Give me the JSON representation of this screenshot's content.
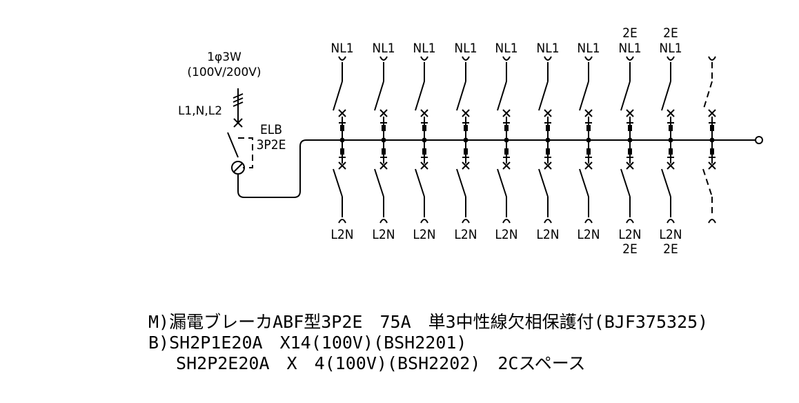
{
  "supply": {
    "phase": "1φ3W",
    "voltage": "(100V/200V)",
    "conductors": "L1,N,L2"
  },
  "main_breaker": {
    "type": "ELB",
    "poles": "3P2E"
  },
  "branches": [
    {
      "top_upper": "",
      "top": "NL1",
      "bottom": "L2N",
      "bottom_lower": "",
      "spare": false
    },
    {
      "top_upper": "",
      "top": "NL1",
      "bottom": "L2N",
      "bottom_lower": "",
      "spare": false
    },
    {
      "top_upper": "",
      "top": "NL1",
      "bottom": "L2N",
      "bottom_lower": "",
      "spare": false
    },
    {
      "top_upper": "",
      "top": "NL1",
      "bottom": "L2N",
      "bottom_lower": "",
      "spare": false
    },
    {
      "top_upper": "",
      "top": "NL1",
      "bottom": "L2N",
      "bottom_lower": "",
      "spare": false
    },
    {
      "top_upper": "",
      "top": "NL1",
      "bottom": "L2N",
      "bottom_lower": "",
      "spare": false
    },
    {
      "top_upper": "",
      "top": "NL1",
      "bottom": "L2N",
      "bottom_lower": "",
      "spare": false
    },
    {
      "top_upper": "2E",
      "top": "NL1",
      "bottom": "L2N",
      "bottom_lower": "2E",
      "spare": false
    },
    {
      "top_upper": "2E",
      "top": "NL1",
      "bottom": "L2N",
      "bottom_lower": "2E",
      "spare": false
    },
    {
      "top_upper": "",
      "top": "",
      "bottom": "",
      "bottom_lower": "",
      "spare": true
    }
  ],
  "specs": [
    "M)漏電ブレーカABF型3P2E　75A　単3中性線欠相保護付(BJF375325)",
    "B)SH2P1E20A　X14(100V)(BSH2201)",
    "　 SH2P2E20A　X　4(100V)(BSH2202)　2Cスペース"
  ]
}
